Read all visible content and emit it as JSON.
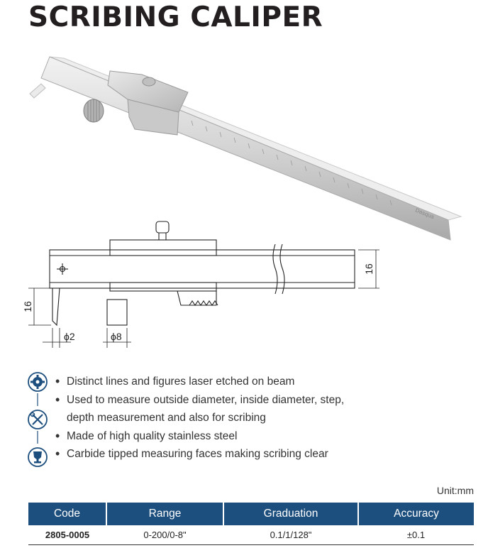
{
  "title": "SCRIBING CALIPER",
  "drawing": {
    "height_right": "16",
    "height_left": "16",
    "dia_tip": "ϕ2",
    "dia_jaw": "ϕ8"
  },
  "features": [
    "Distinct lines and figures laser etched on beam",
    "Used to measure outside diameter, inside diameter, step,",
    "depth measurement and also for scribing",
    "Made of high quality stainless steel",
    "Carbide tipped measuring faces making scribing clear"
  ],
  "feature_icons": [
    "gear-icon",
    "tools-icon",
    "trophy-icon"
  ],
  "unit": "Unit:mm",
  "table": {
    "headers": [
      "Code",
      "Range",
      "Graduation",
      "Accuracy"
    ],
    "rows": [
      [
        "2805-0005",
        "0-200/0-8\"",
        "0.1/1/128\"",
        "±0.1"
      ]
    ]
  },
  "colors": {
    "header_bg": "#1d4f7e",
    "icon_blue": "#1d4f7e"
  }
}
